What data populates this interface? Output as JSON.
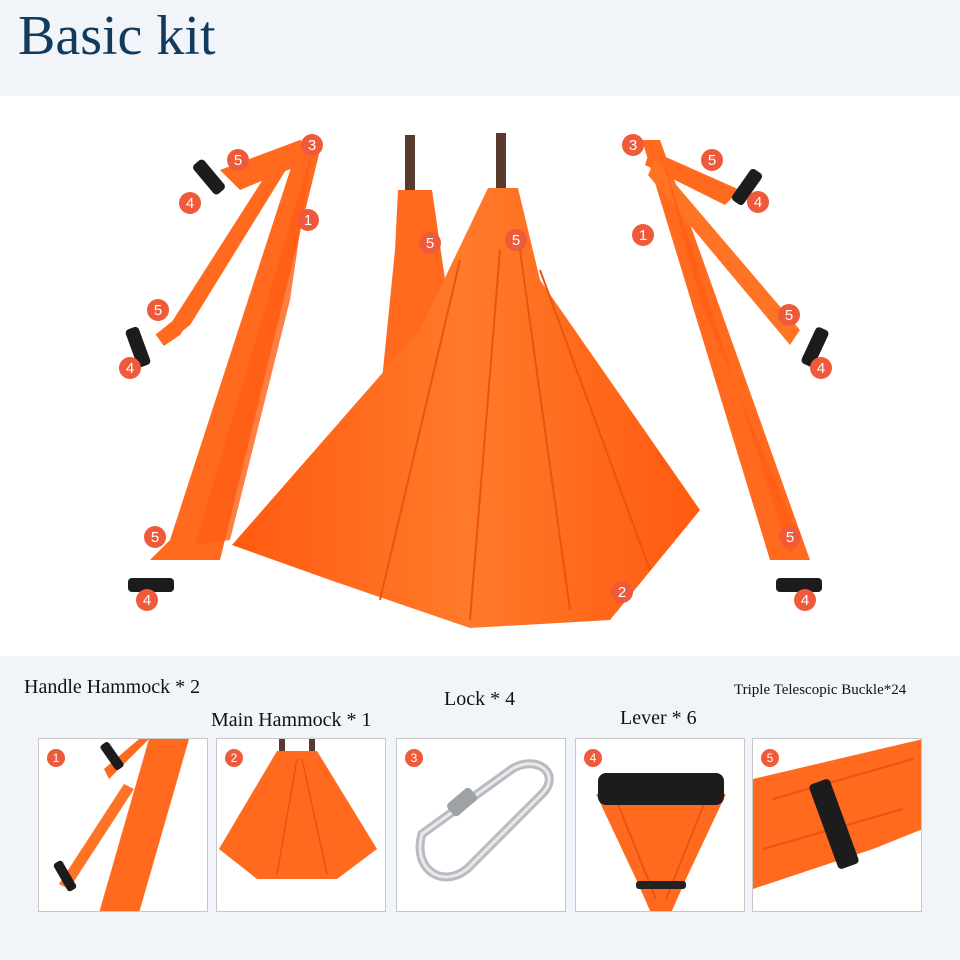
{
  "title": "Basic kit",
  "badges": {
    "one": "1",
    "two": "2",
    "three": "3",
    "four": "4",
    "five": "5"
  },
  "labels": {
    "handle_hammock": "Handle Hammock * 2",
    "main_hammock": "Main Hammock * 1",
    "lock": "Lock * 4",
    "lever": "Lever * 6",
    "buckle": "Triple Telescopic Buckle*24"
  },
  "colors": {
    "accent": "#ff6a1f",
    "badge": "#ee5a3a",
    "title": "#123a5c"
  },
  "thumbnails": [
    {
      "num": "1",
      "icon": "handle-hammock-icon"
    },
    {
      "num": "2",
      "icon": "main-hammock-icon"
    },
    {
      "num": "3",
      "icon": "carabiner-lock-icon"
    },
    {
      "num": "4",
      "icon": "lever-handle-icon"
    },
    {
      "num": "5",
      "icon": "buckle-icon"
    }
  ]
}
